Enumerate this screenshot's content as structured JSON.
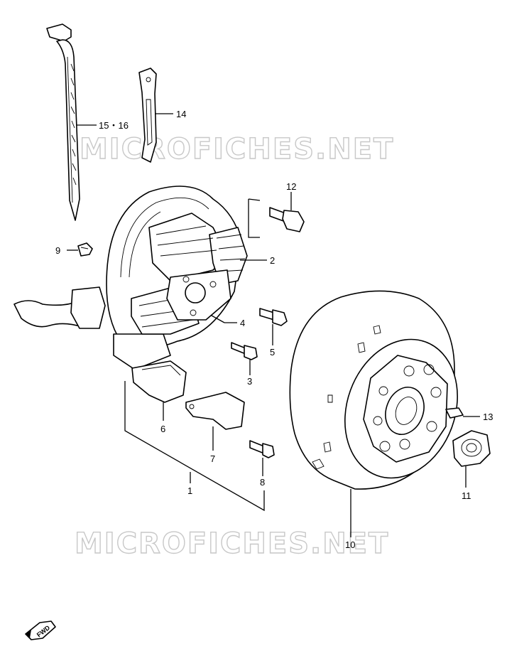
{
  "watermarks": [
    "MICROFICHES.NET",
    "MICROFICHES.NET"
  ],
  "callouts": {
    "c1": "1",
    "c2": "2",
    "c3": "3",
    "c4": "4",
    "c5": "5",
    "c6": "6",
    "c7": "7",
    "c8": "8",
    "c9": "9",
    "c10": "10",
    "c11": "11",
    "c12": "12",
    "c13": "13",
    "c14": "14",
    "c15_16": "15・16"
  },
  "fwd_badge": "FWD"
}
